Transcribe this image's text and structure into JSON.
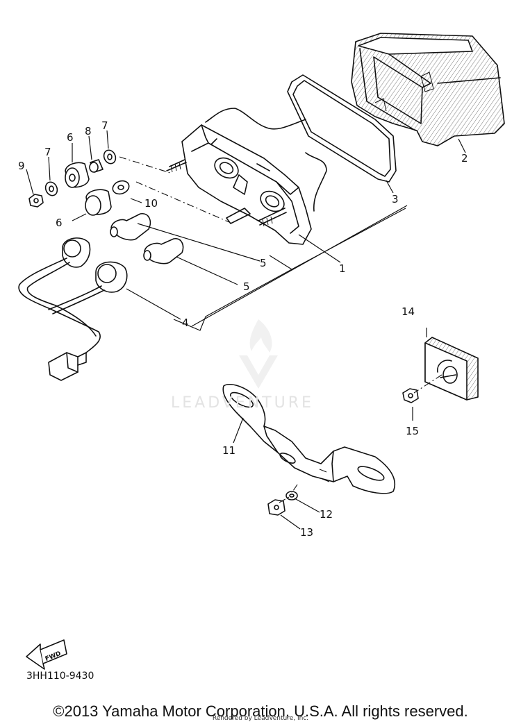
{
  "diagram": {
    "callouts": [
      "1",
      "2",
      "3",
      "4",
      "5",
      "5",
      "6",
      "6",
      "7",
      "7",
      "8",
      "9",
      "10",
      "11",
      "12",
      "13",
      "14",
      "15"
    ],
    "arrow_label": "FWD",
    "drawing_code": "3HH110-9430"
  },
  "watermark": {
    "text": "LEADVENTURE",
    "icon": "leadventure-flame-v-logo"
  },
  "footer": {
    "copyright": "©2013 Yamaha Motor Corporation, U.S.A. All rights reserved.",
    "rendered_by": "Rendered by LeadVenture, Inc."
  },
  "colors": {
    "ink": "#111111",
    "watermark": "#e3e3e3",
    "background": "#ffffff"
  }
}
